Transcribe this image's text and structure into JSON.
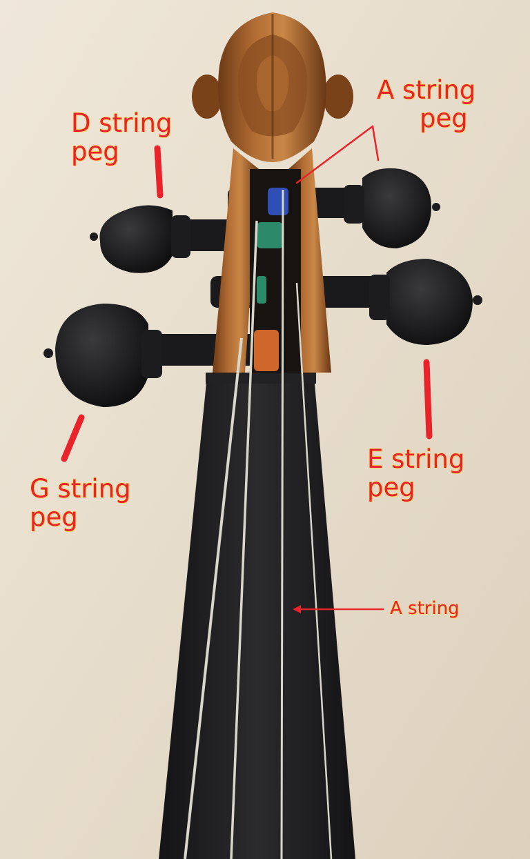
{
  "photo": {
    "subject": "violin-scroll-and-pegbox",
    "colors": {
      "background_cloth": "#e9e0d0",
      "wood": "#9a5a2a",
      "ebony": "#1c1c1e",
      "string_silver": "#d9d6cc",
      "winding_blue": "#2f4fb5",
      "winding_green": "#2c8a6a",
      "winding_orange": "#d0672a"
    }
  },
  "annotations": {
    "color": "#e8232a",
    "outline": "#f5d66a",
    "d_peg": {
      "line1": "D string",
      "line2": "peg"
    },
    "a_peg": {
      "line1": "A string",
      "line2": "peg"
    },
    "g_peg": {
      "line1": "G string",
      "line2": "peg"
    },
    "e_peg": {
      "line1": "E string",
      "line2": "peg"
    },
    "a_string": {
      "text": "A string"
    }
  }
}
